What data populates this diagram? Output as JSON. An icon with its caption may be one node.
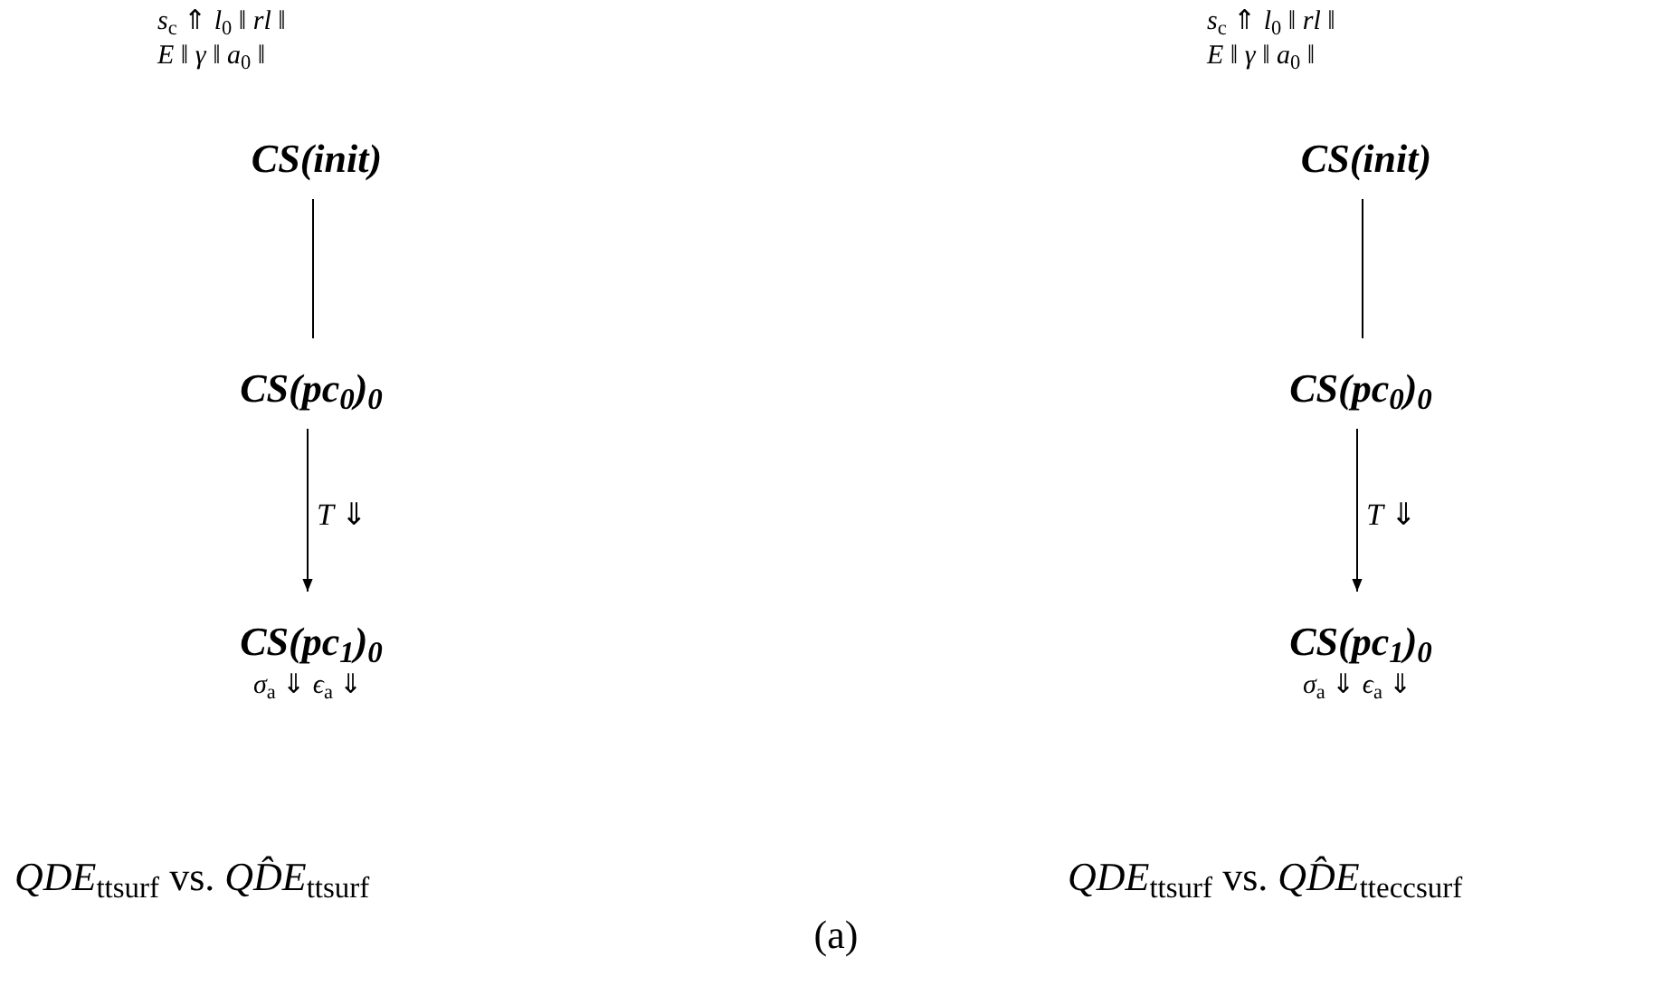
{
  "diagram": {
    "caption": "(a)",
    "nodes": [
      {
        "text": [
          "CS(init)"
        ],
        "beside": [
          "*s*$_{c}$ ⇑ *l*$_{0}$ ‖ *rl* ‖",
          "*E* ‖ *γ* ‖ *a*$_{0}$ ‖"
        ]
      },
      {
        "text": [
          "CS(pc$_{0}$)$_{0}$"
        ]
      },
      {
        "text": [
          "CS(pc$_{1}$)$_{0}$"
        ],
        "beside": [
          "*σ*$_{a}$ ⇓ *ϵ*$_{a}$ ⇓"
        ]
      },
      {
        "text": [
          "CS(init)"
        ],
        "beside": [
          "*s*$_{c}$ ⇑ *l*$_{0}$ ‖ *rl* ‖",
          "*E* ‖ *γ* ‖ *a*$_{0}$ ‖"
        ]
      },
      {
        "text": [
          "CS(pc$_{0}$)$_{0}$"
        ]
      },
      {
        "text": [
          "CS(pc$_{1}$)$_{0}$"
        ],
        "beside": [
          "*σ*$_{a}$ ⇓ *ϵ*$_{a}$ ⇓"
        ]
      }
    ],
    "edges": [
      {
        "from": 0,
        "to": 1,
        "arrow": "none"
      },
      {
        "from": 1,
        "to": 2,
        "arrow": "to",
        "label": "*T* ⇓"
      },
      {
        "from": 3,
        "to": 4,
        "arrow": "none"
      },
      {
        "from": 4,
        "to": 5,
        "arrow": "to",
        "label": "*T* ⇓"
      }
    ],
    "labels": [
      "*QDE*$_{ttsurf}$ vs. *QD̂E*$_{ttsurf}$",
      "*QDE*$_{ttsurf}$ vs. *QD̂E*$_{tteccsurf}$"
    ]
  }
}
